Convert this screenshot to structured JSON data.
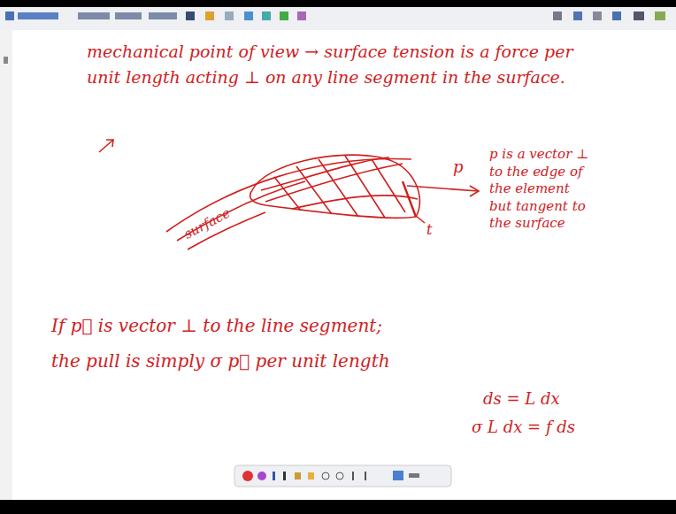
{
  "diagram": {
    "labels": [
      "mechanical point of view → surface tension is a force per unit length acting ⊥ on any line segment in the surface.",
      "p",
      "t",
      "surface",
      "p is a vector ⊥ to the edge of the element but tangent to the surface",
      "If p⃗ is vector ⊥ to the line segment;",
      "the pull is simply σ p⃗ per unit length",
      "ds = L dx",
      "σ L dx = f ds"
    ]
  }
}
